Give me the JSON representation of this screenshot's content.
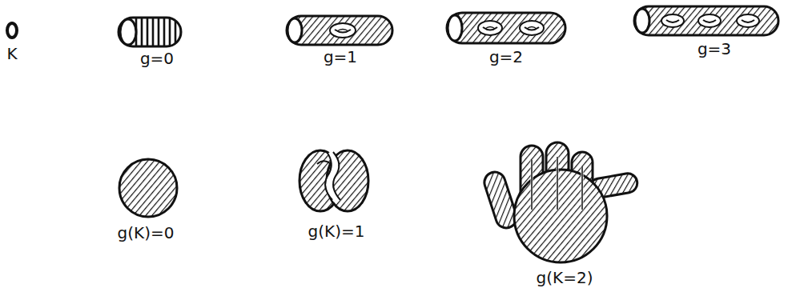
{
  "diagram": {
    "labels": [
      "K",
      "g=0",
      "g=1",
      "g=2",
      "g=3",
      "g(K)=0",
      "g(K)=1",
      "g(K=2)"
    ]
  }
}
